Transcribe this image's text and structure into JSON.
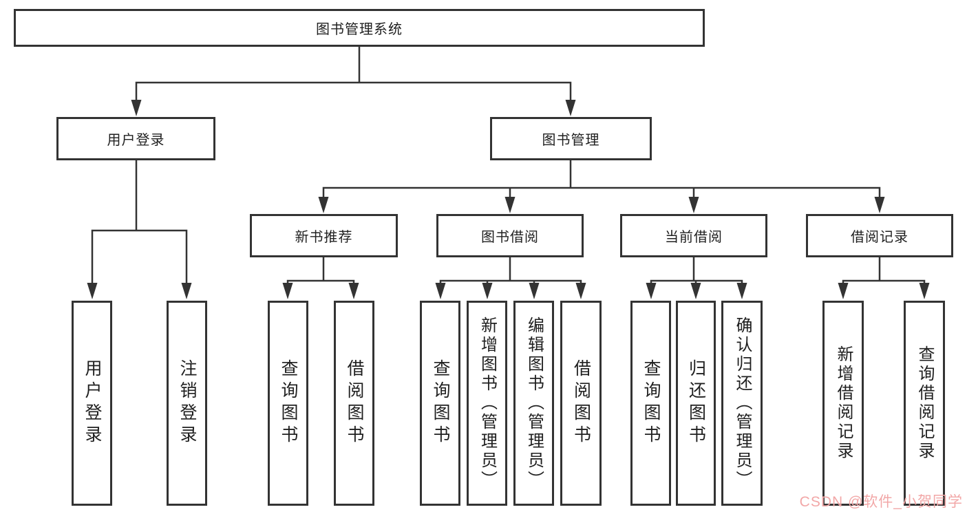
{
  "tree": {
    "label": "图书管理系统",
    "children": [
      {
        "label": "用户登录",
        "children": [
          {
            "label": "用户登录"
          },
          {
            "label": "注销登录"
          }
        ]
      },
      {
        "label": "图书管理",
        "children": [
          {
            "label": "新书推荐",
            "children": [
              {
                "label": "查询图书"
              },
              {
                "label": "借阅图书"
              }
            ]
          },
          {
            "label": "图书借阅",
            "children": [
              {
                "label": "查询图书"
              },
              {
                "label": "新增图书（管理员）"
              },
              {
                "label": "编辑图书（管理员）"
              },
              {
                "label": "借阅图书"
              }
            ]
          },
          {
            "label": "当前借阅",
            "children": [
              {
                "label": "查询图书"
              },
              {
                "label": "归还图书"
              },
              {
                "label": "确认归还（管理员）"
              }
            ]
          },
          {
            "label": "借阅记录",
            "children": [
              {
                "label": "新增借阅记录"
              },
              {
                "label": "查询借阅记录"
              }
            ]
          }
        ]
      }
    ]
  },
  "watermark": "CSDN @软件_小贺同学",
  "colors": {
    "line": "#333333",
    "text": "#1f1f1f",
    "watermark": "#f2a7a7"
  }
}
